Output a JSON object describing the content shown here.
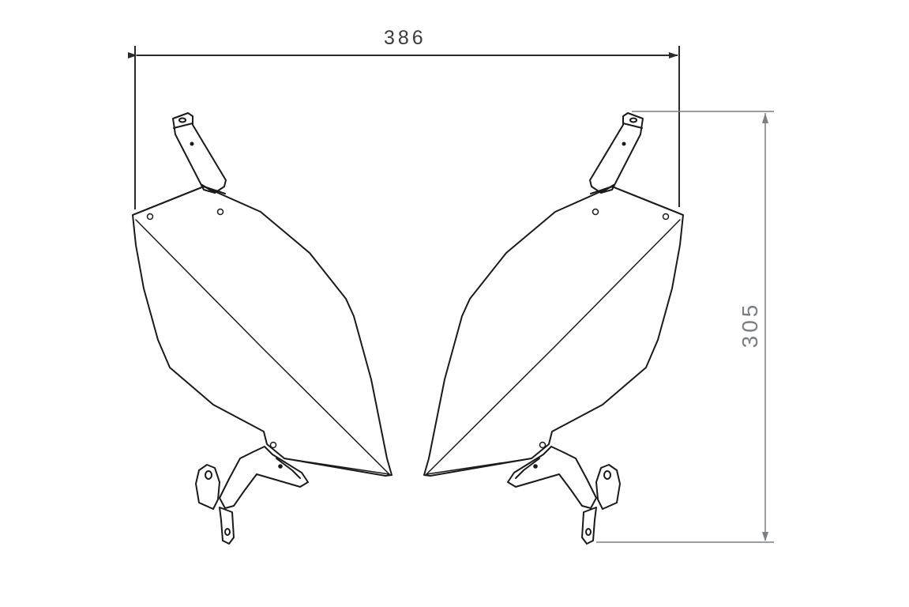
{
  "drawing": {
    "title": "Fairing side panels with brackets - dimensional drawing",
    "colors": {
      "background": "#ffffff",
      "part_outline": "#1a1a1a",
      "width_dimension": "#2a2a2a",
      "height_dimension": "#7a7f86"
    },
    "dimensions": {
      "width": {
        "value": "386",
        "orientation": "horizontal"
      },
      "height": {
        "value": "305",
        "orientation": "vertical"
      }
    },
    "parts": [
      {
        "name": "left-panel",
        "components": [
          "upper-mounting-bracket",
          "panel-body",
          "lower-mounting-bracket"
        ]
      },
      {
        "name": "right-panel",
        "components": [
          "upper-mounting-bracket",
          "panel-body",
          "lower-mounting-bracket"
        ]
      }
    ]
  }
}
